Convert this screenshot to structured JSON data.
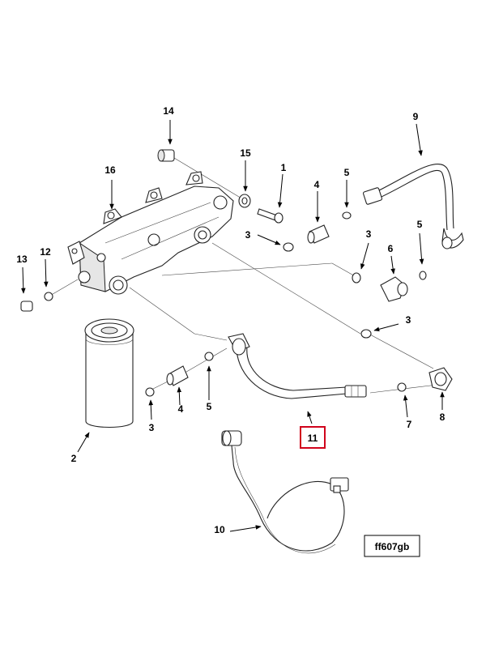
{
  "diagram": {
    "figure_code": "ff607gb",
    "highlighted_callout": "11",
    "highlight_color": "#d0021b",
    "callouts": [
      {
        "id": "c14",
        "label": "14"
      },
      {
        "id": "c15",
        "label": "15"
      },
      {
        "id": "c1",
        "label": "1"
      },
      {
        "id": "c16",
        "label": "16"
      },
      {
        "id": "c4a",
        "label": "4"
      },
      {
        "id": "c5a",
        "label": "5"
      },
      {
        "id": "c9",
        "label": "9"
      },
      {
        "id": "c3a",
        "label": "3"
      },
      {
        "id": "c3b",
        "label": "3"
      },
      {
        "id": "c5b",
        "label": "5"
      },
      {
        "id": "c6",
        "label": "6"
      },
      {
        "id": "c13",
        "label": "13"
      },
      {
        "id": "c12",
        "label": "12"
      },
      {
        "id": "c3c",
        "label": "3"
      },
      {
        "id": "c3d",
        "label": "3"
      },
      {
        "id": "c4b",
        "label": "4"
      },
      {
        "id": "c5c",
        "label": "5"
      },
      {
        "id": "c7",
        "label": "7"
      },
      {
        "id": "c8",
        "label": "8"
      },
      {
        "id": "c11",
        "label": "11"
      },
      {
        "id": "c2",
        "label": "2"
      },
      {
        "id": "c10",
        "label": "10"
      }
    ]
  }
}
